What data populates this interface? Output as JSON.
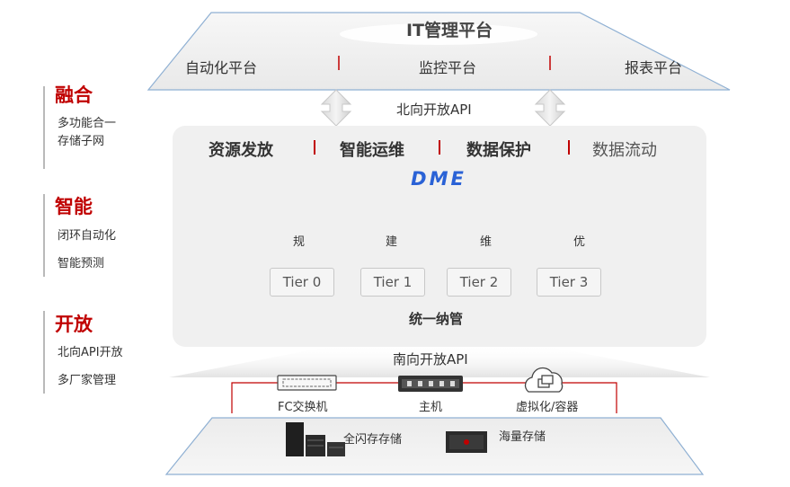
{
  "colors": {
    "accent": "#c00000",
    "platform_border": "#8fb0d3",
    "box_bg": "#f0f0f0",
    "logo_blue": "#2a62d6"
  },
  "side": [
    {
      "title": "融合",
      "lines": [
        "多功能合一",
        "存储子网"
      ]
    },
    {
      "title": "智能",
      "lines": [
        "闭环自动化",
        "智能预测"
      ]
    },
    {
      "title": "开放",
      "lines": [
        "北向API开放",
        "多厂家管理"
      ]
    }
  ],
  "top_platform": {
    "title": "IT管理平台",
    "items": [
      "自动化平台",
      "监控平台",
      "报表平台"
    ]
  },
  "northbound_api": "北向开放API",
  "capabilities": [
    "资源发放",
    "智能运维",
    "数据保护",
    "数据流动"
  ],
  "logo_text": "DME",
  "cycle": [
    {
      "label": "规",
      "icon": "tools-icon"
    },
    {
      "label": "建",
      "icon": "gear-icon"
    },
    {
      "label": "维",
      "icon": "document-search-icon"
    },
    {
      "label": "优",
      "icon": "bar-chart-icon"
    }
  ],
  "tiers": [
    "Tier 0",
    "Tier 1",
    "Tier 2",
    "Tier 3"
  ],
  "unified_mgmt": "统一纳管",
  "southbound_api": "南向开放API",
  "devices": [
    "FC交换机",
    "主机",
    "虚拟化/容器"
  ],
  "storage": [
    "全闪存存储",
    "海量存储"
  ]
}
